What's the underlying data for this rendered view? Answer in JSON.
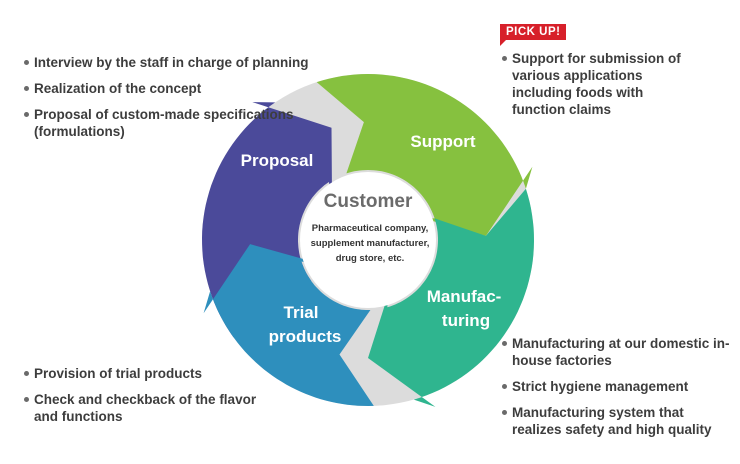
{
  "badge": "PICK UP!",
  "center": {
    "title": "Customer",
    "lines": [
      "Pharmaceutical company,",
      "supplement manufacturer,",
      "drug store, etc."
    ]
  },
  "segments": {
    "proposal": {
      "label": "Proposal",
      "color": "#4b4a9a"
    },
    "support": {
      "label": "Support",
      "color": "#86c13f"
    },
    "manufacturing": {
      "label_lines": [
        "Manufac-",
        "turing"
      ],
      "color": "#2fb58f"
    },
    "trial": {
      "label_lines": [
        "Trial",
        "products"
      ],
      "color": "#2e8fbd"
    }
  },
  "proposal_items": [
    "Interview by the staff in charge of planning",
    "Realization of the concept",
    "Proposal of custom-made specifications (formulations)"
  ],
  "support_items": [
    "Support for submission of various applications including foods with function claims"
  ],
  "manufacturing_items": [
    "Manufacturing at our domestic in-house factories",
    "Strict hygiene management",
    "Manufacturing system that realizes safety and high quality"
  ],
  "trial_items": [
    "Provision of trial products",
    "Check and checkback of the flavor and functions"
  ]
}
